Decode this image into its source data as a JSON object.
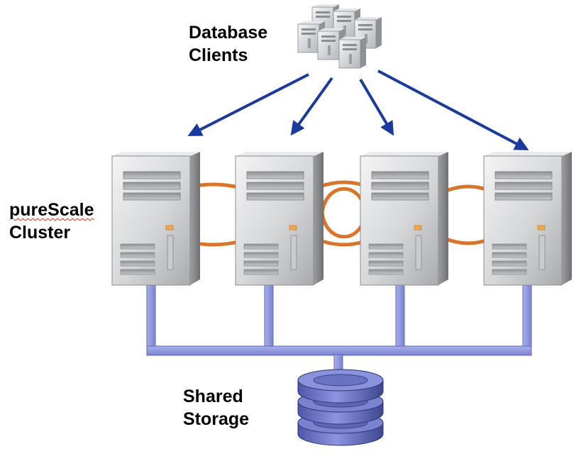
{
  "labels": {
    "clients_line1": "Database",
    "clients_line2": "Clients",
    "cluster_line1": "pureScale",
    "cluster_line2": "Cluster",
    "storage_line1": "Shared",
    "storage_line2": "Storage"
  },
  "colors": {
    "arrow": "#1a3a9e",
    "interconnect": "#d9742a",
    "storage_bus": "#8f97d8",
    "storage_bus_edge": "#5f69b8",
    "server_body": "#d7d8da",
    "disk_body": "#7b82d0",
    "led": "#f2a74a"
  },
  "icons": {
    "clients": "server-cluster-icon",
    "server": "tower-server-icon",
    "storage": "database-disk-stack-icon"
  }
}
